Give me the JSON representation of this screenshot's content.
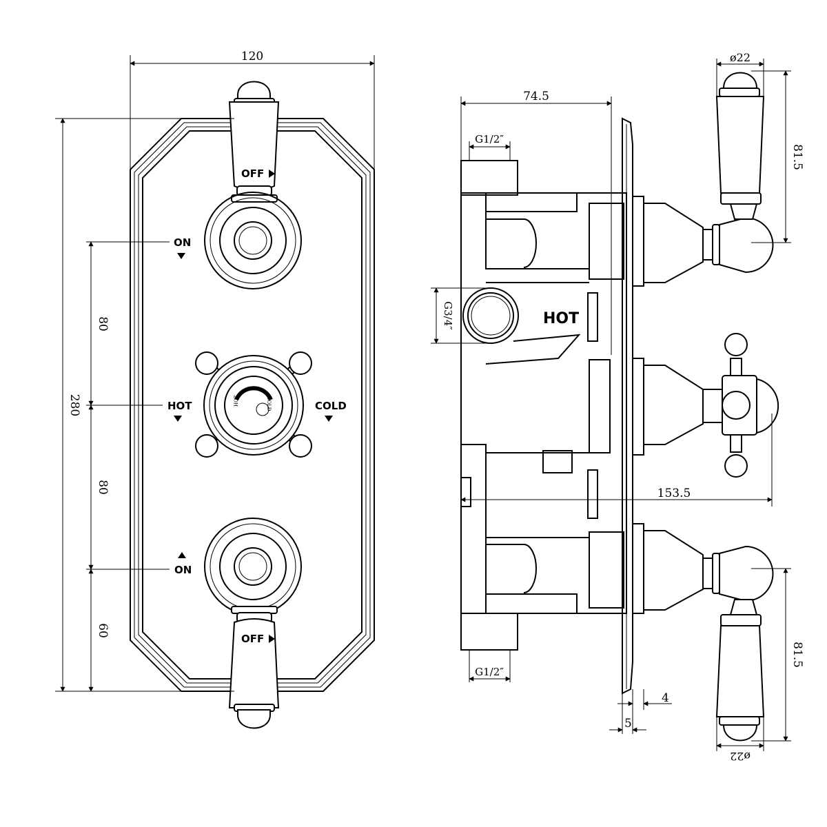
{
  "front_view": {
    "dims": {
      "width": "120",
      "height": "280",
      "upper_spacing": "80",
      "lower_spacing": "80",
      "bottom_offset": "60"
    },
    "labels": {
      "top_off": "OFF",
      "top_on": "ON",
      "hot": "HOT",
      "cold": "COLD",
      "bottom_on": "ON",
      "bottom_off": "OFF",
      "dial_hot": "HOT",
      "dial_cold": "COLD"
    }
  },
  "side_view": {
    "dims": {
      "body_depth": "74.5",
      "top_inlet": "G1/2″",
      "bottom_inlet": "G1/2″",
      "hot_inlet": "G3/4″",
      "total_depth": "153.5",
      "plate_thickness": "4",
      "plate_offset": "5",
      "handle_diameter_top": "ø22",
      "handle_length_top": "81.5",
      "handle_diameter_bottom": "ø22",
      "handle_length_bottom": "81.5"
    },
    "labels": {
      "hot": "HOT"
    }
  }
}
